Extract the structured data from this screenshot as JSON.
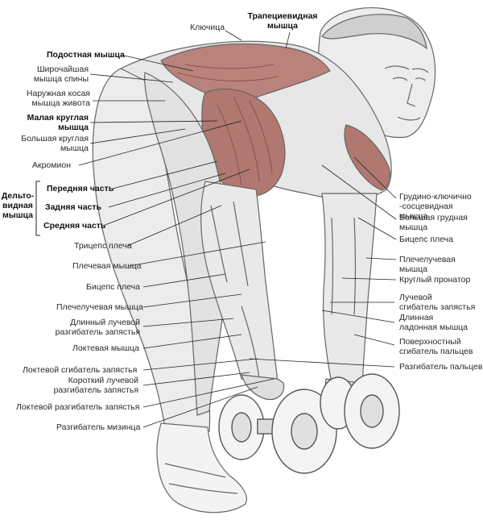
{
  "labels": {
    "klyuchitsa": "Ключица",
    "trapetsievidnaya": "Трапециевидная\nмышца",
    "podostnaya": "Подостная мышца",
    "shirochayshaya": "Широчайшая\nмышца спины",
    "naruzhnaya_kosaya": "Наружная косая\nмышца живота",
    "malaya_kruglaya": "Малая круглая\nмышца",
    "bolshaya_kruglaya": "Большая круглая\nмышца",
    "akromion": "Акромион",
    "deltovidnaya": "Дельто-\nвидная\nмышца",
    "perednyaya": "Передняя часть",
    "zadnyaya": "Задняя часть",
    "srednyaya": "Средняя часть",
    "triceps": "Трицепс плеча",
    "plechevaya": "Плечевая мышца",
    "biceps_left": "Бицепс плеча",
    "plecheluchevaya_left": "Плечелучевая  мышца",
    "dlinnyy_luchevoy_razg": "Длинный лучевой\nразгибатель запястья",
    "loktevaya": "Локтевая мышца",
    "loktevoy_sgibatel": "Локтевой сгибатель запястья",
    "korotkiy_luchevoy": "Короткий лучевой\nразгибатель запястья",
    "loktevoy_razgibatel": "Локтевой разгибатель запястья",
    "razgibatel_mizintsa": "Разгибатель мизинца",
    "grudino": "Грудино-ключично\n-сосцевидная мышца",
    "bolshaya_grudnaya": "Большая грудная\nмышца",
    "biceps_right": "Бицепс плеча",
    "plecheluchevaya_right": "Плечелучевая  мышца",
    "kruglyy_pronator": "Круглый пронатор",
    "luchevoy_sgibatel": "Лучевой\nсгибатель запястья",
    "dlinnaya_ladonnaya": "Длинная\nладонная мышца",
    "poverkhnostnyy": "Поверхностный\nсгибатель пальцев",
    "razgibatel_paltsev": "Разгибатель пальцев"
  }
}
